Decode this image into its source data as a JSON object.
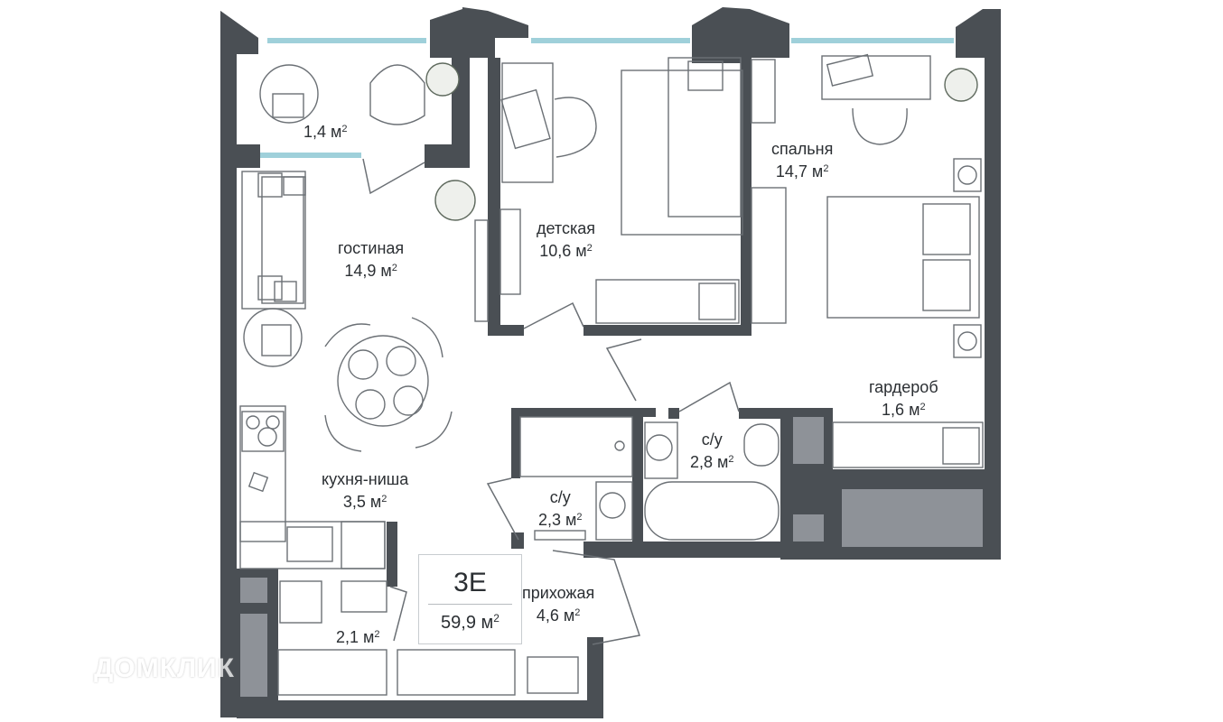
{
  "colors": {
    "wall": "#4a4f54",
    "window": "#bfe3ea",
    "furniture_stroke": "#6b7075",
    "text": "#2b2f33",
    "storage_block": "#8e9298"
  },
  "rooms": [
    {
      "id": "balcony",
      "name": "",
      "area": "1,4 м",
      "unit_sup": "2"
    },
    {
      "id": "living",
      "name": "гостиная",
      "area": "14,9 м",
      "unit_sup": "2"
    },
    {
      "id": "kids",
      "name": "детская",
      "area": "10,6 м",
      "unit_sup": "2"
    },
    {
      "id": "bedroom",
      "name": "спальня",
      "area": "14,7 м",
      "unit_sup": "2"
    },
    {
      "id": "wardrobe",
      "name": "гардероб",
      "area": "1,6 м",
      "unit_sup": "2"
    },
    {
      "id": "bath1",
      "name": "с/у",
      "area": "2,8 м",
      "unit_sup": "2"
    },
    {
      "id": "bath2",
      "name": "с/у",
      "area": "2,3 м",
      "unit_sup": "2"
    },
    {
      "id": "kitchen",
      "name": "кухня-ниша",
      "area": "3,5 м",
      "unit_sup": "2"
    },
    {
      "id": "hall",
      "name": "прихожая",
      "area": "4,6 м",
      "unit_sup": "2"
    },
    {
      "id": "storage",
      "name": "",
      "area": "2,1 м",
      "unit_sup": "2"
    }
  ],
  "badge": {
    "code": "3Е",
    "area": "59,9 м",
    "unit_sup": "2"
  },
  "watermark": {
    "text": "ДОМКЛИК",
    "icon": "house-icon"
  }
}
